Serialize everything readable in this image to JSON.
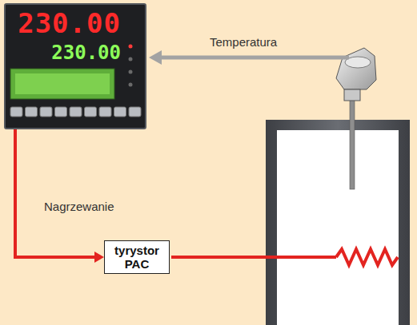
{
  "diagram": {
    "nodes": [
      {
        "text": [
          "230.00",
          "230.00"
        ]
      },
      {
        "text": [
          "tyrystor PAC"
        ]
      }
    ],
    "edges": [
      {
        "from": 0,
        "to": 1,
        "arrow": "to",
        "label": "Nagrzewanie"
      }
    ],
    "labels": [
      "Temperatura"
    ]
  }
}
